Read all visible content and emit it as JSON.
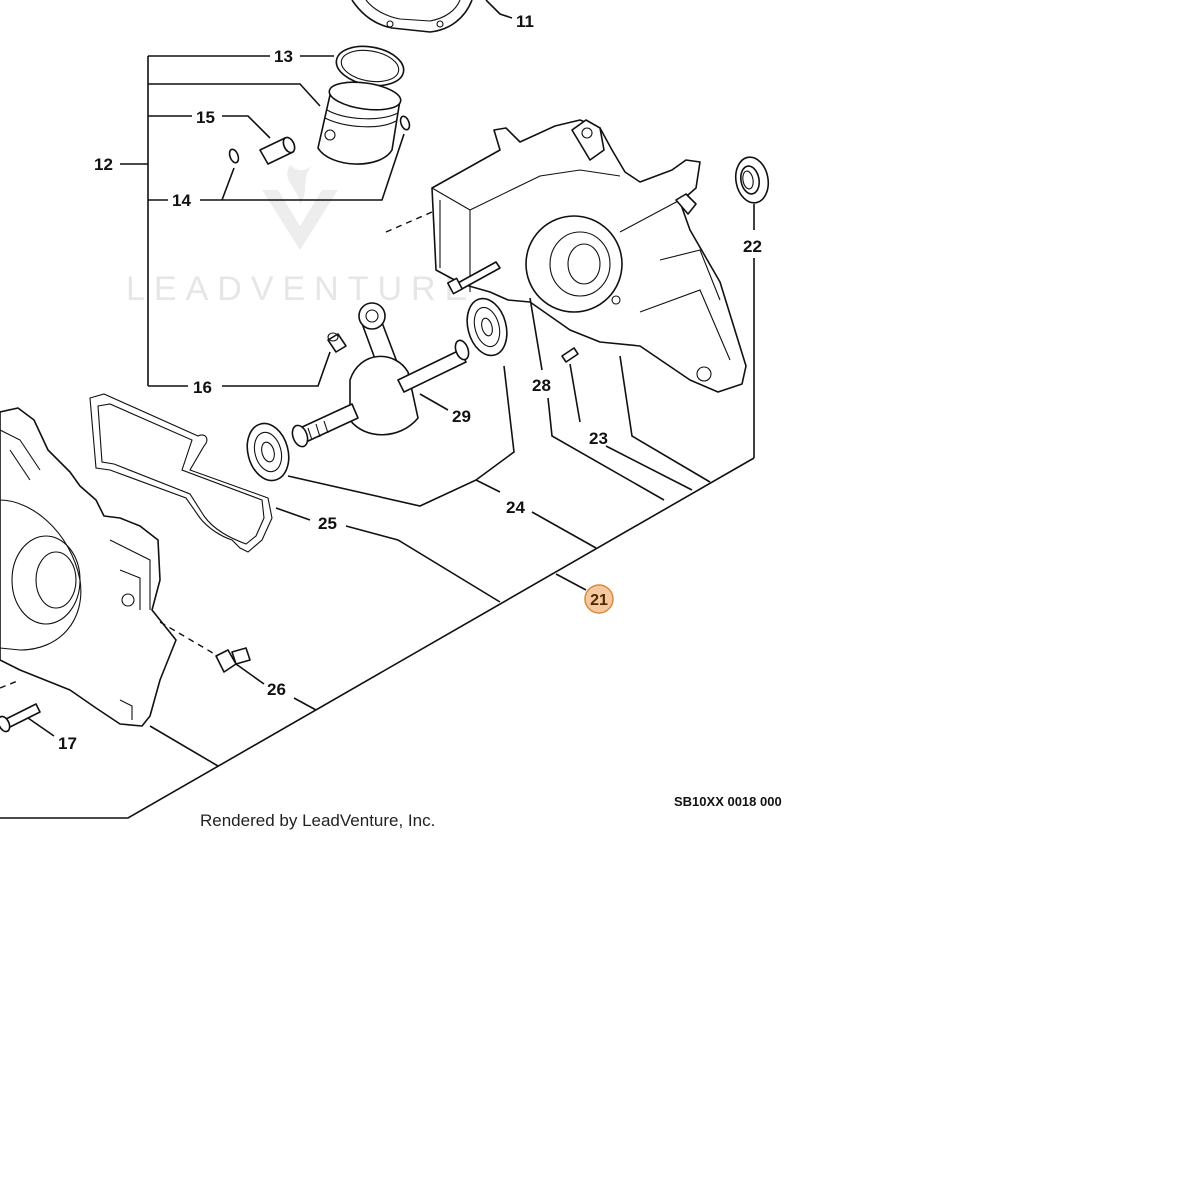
{
  "diagram": {
    "callouts": [
      {
        "id": "11",
        "label": "11"
      },
      {
        "id": "12",
        "label": "12"
      },
      {
        "id": "13",
        "label": "13"
      },
      {
        "id": "14",
        "label": "14"
      },
      {
        "id": "15",
        "label": "15"
      },
      {
        "id": "16",
        "label": "16"
      },
      {
        "id": "17",
        "label": "17"
      },
      {
        "id": "21",
        "label": "21",
        "highlighted": true
      },
      {
        "id": "22",
        "label": "22"
      },
      {
        "id": "23",
        "label": "23"
      },
      {
        "id": "24",
        "label": "24"
      },
      {
        "id": "25",
        "label": "25"
      },
      {
        "id": "26",
        "label": "26"
      },
      {
        "id": "28",
        "label": "28"
      },
      {
        "id": "29",
        "label": "29"
      }
    ],
    "highlight_color": "#f6c8a0",
    "highlight_border": "#d98a3c",
    "watermark": "LEADVENTURE",
    "credit": "Rendered by LeadVenture, Inc.",
    "drawing_code": "SB10XX 0018 000"
  }
}
